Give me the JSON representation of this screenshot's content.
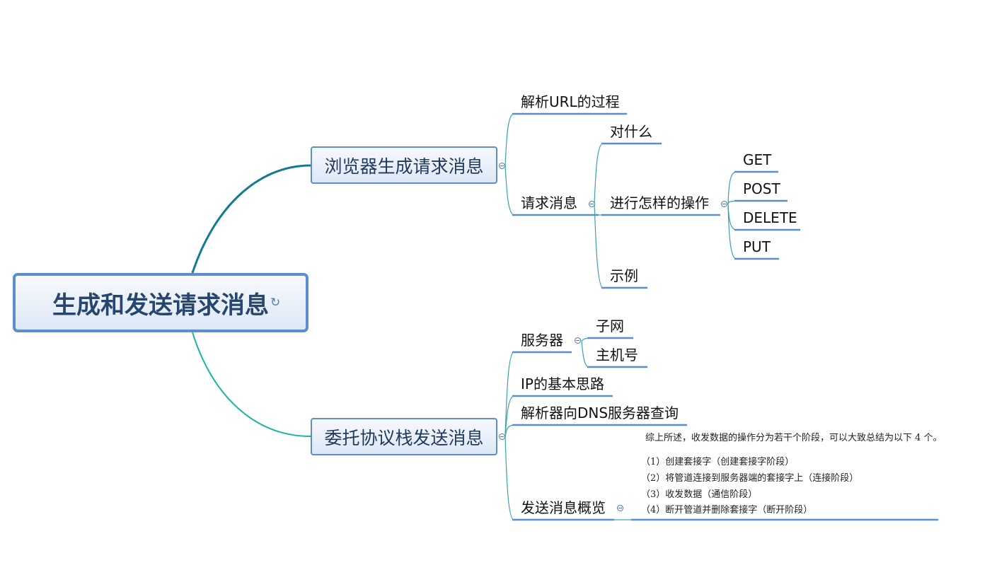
{
  "root": {
    "label": "生成和发送请求消息"
  },
  "branches": {
    "browser": {
      "label": "浏览器生成请求消息",
      "children": {
        "parse_url": "解析URL的过程",
        "request": {
          "label": "请求消息",
          "children": {
            "target": "对什么",
            "operation": {
              "label": "进行怎样的操作",
              "methods": [
                "GET",
                "POST",
                "DELETE",
                "PUT"
              ]
            },
            "example": "示例"
          }
        }
      }
    },
    "protocol": {
      "label": "委托协议栈发送消息",
      "children": {
        "server": {
          "label": "服务器",
          "children": [
            "子网",
            "主机号"
          ]
        },
        "ip_idea": "IP的基本思路",
        "dns_query": "解析器向DNS服务器查询",
        "overview": {
          "label": "发送消息概览",
          "note": {
            "intro": "综上所述，收发数据的操作分为若干个阶段，可以大致总结为以下 4 个。",
            "steps": [
              "（1）创建套接字（创建套接字阶段）",
              "（2）将管道连接到服务器端的套接字上（连接阶段）",
              "（3）收发数据（通信阶段）",
              "（4）断开管道并删除套接字（断开阶段）"
            ]
          }
        }
      }
    }
  },
  "colors": {
    "branch_line_top": "#127a93",
    "branch_line_bottom": "#1bb59c",
    "underline": "#5b8fca",
    "leaf_curve": "#3aa2a8"
  }
}
